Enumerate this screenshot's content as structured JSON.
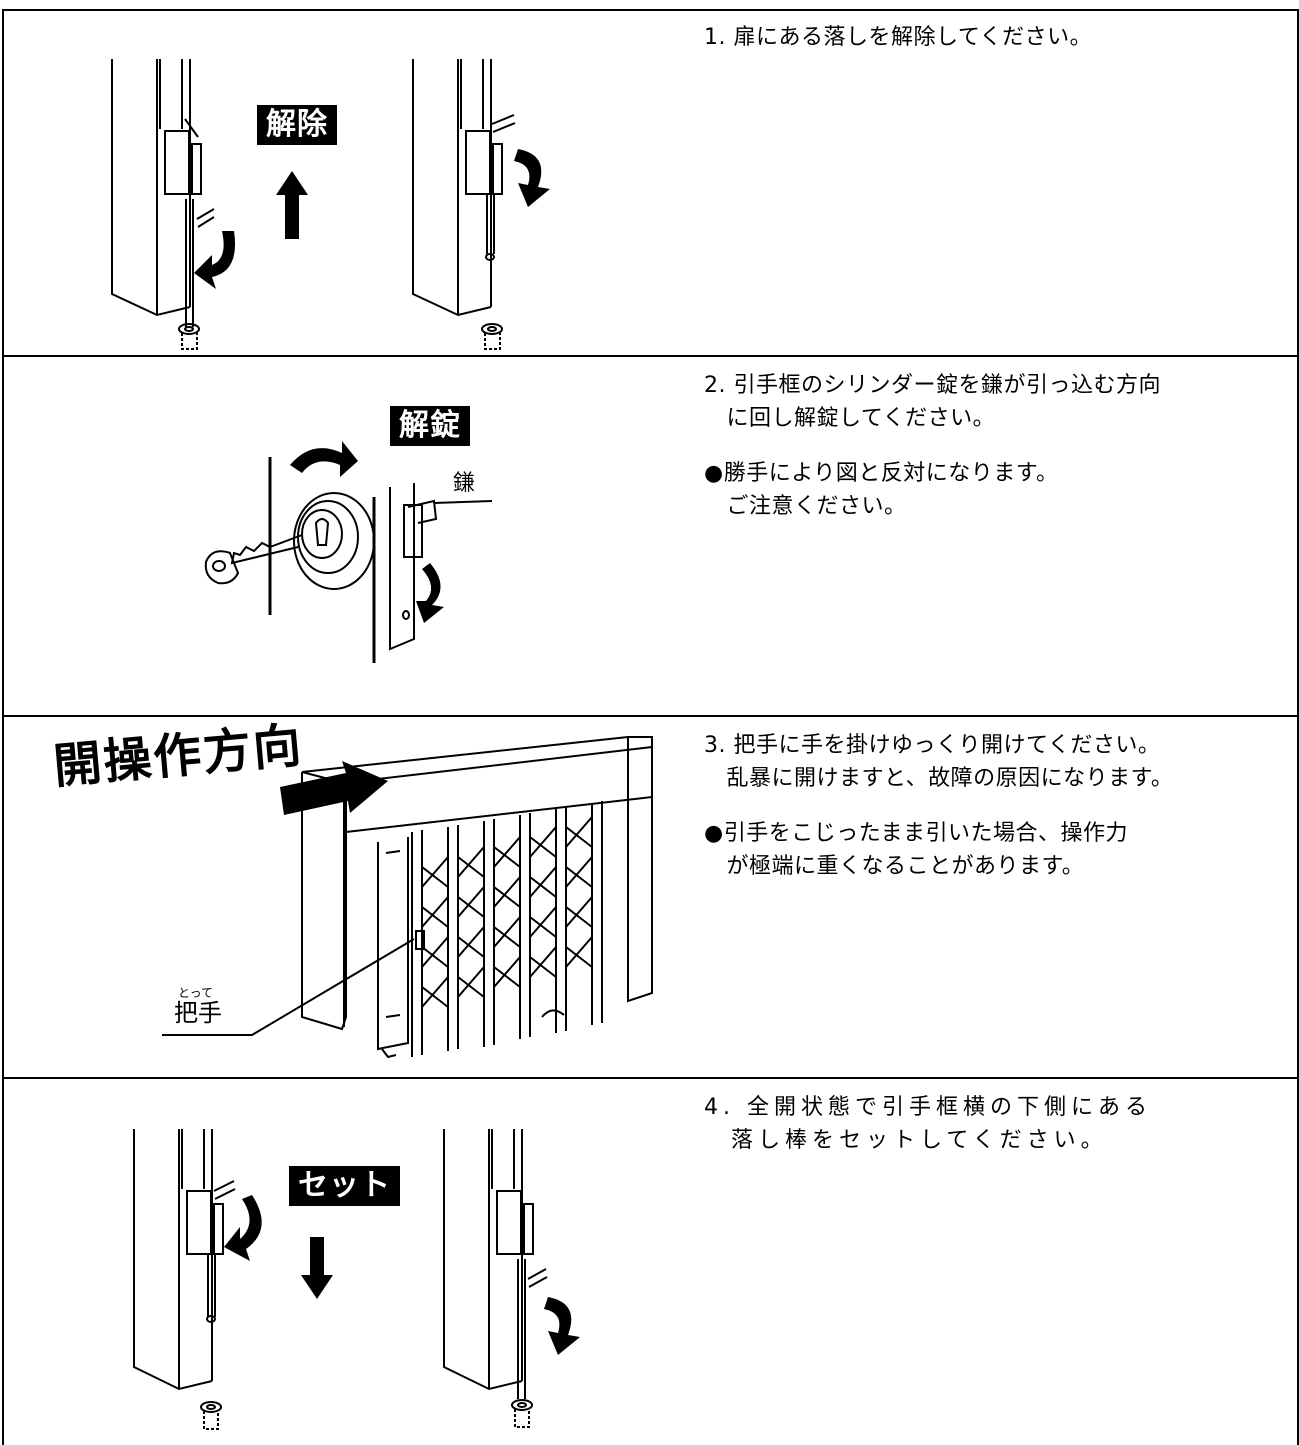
{
  "step1": {
    "text": "1. 扉にある落しを解除してください。",
    "label": "解除"
  },
  "step2": {
    "text": "2. 引手框のシリンダー錠を鎌が引っ込む方向\n　に回し解錠してください。",
    "note": "●勝手により図と反対になります。\n　ご注意ください。",
    "label": "解錠",
    "callout": "鎌"
  },
  "step3": {
    "text": "3. 把手に手を掛けゆっくり開けてください。\n　乱暴に開けますと、故障の原因になります。",
    "note": "●引手をこじったまま引いた場合、操作力\n　が極端に重くなることがあります。",
    "heading": "開操作方向",
    "callout": "把手",
    "callout_ruby": "とって"
  },
  "step4": {
    "text": "4. 全開状態で引手框横の下側にある\n　落し棒をセットしてください。",
    "label": "セット"
  }
}
